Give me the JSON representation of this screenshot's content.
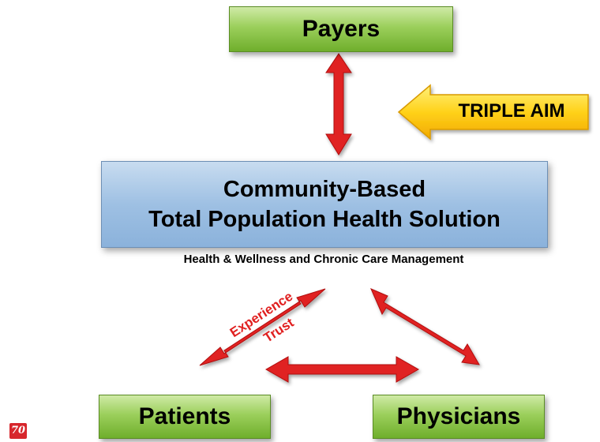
{
  "nodes": {
    "payers": "Payers",
    "solution_line1": "Community-Based",
    "solution_line2": "Total Population Health Solution",
    "subtitle": "Health & Wellness and Chronic Care Management",
    "patients": "Patients",
    "physicians": "Physicians"
  },
  "callout": {
    "label": "TRIPLE AIM"
  },
  "edge_labels": {
    "experience": "Experience",
    "trust": "Trust"
  },
  "logo": {
    "text": "70"
  },
  "colors": {
    "arrow": "#e02020",
    "callout_fill": "#ffd21a",
    "node_green": "#8cc63f",
    "node_blue": "#9ec0e3"
  }
}
